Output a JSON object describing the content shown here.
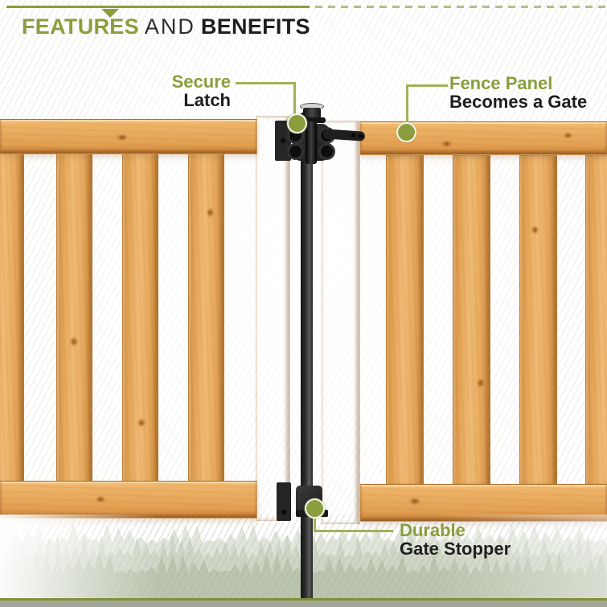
{
  "header": {
    "title_accent": "FEATURES",
    "title_mid": "AND",
    "title_bold": "BENEFITS"
  },
  "callouts": {
    "secure_latch": {
      "highlight": "Secure",
      "label": "Latch"
    },
    "fence_panel": {
      "highlight": "Fence Panel",
      "label": "Becomes a Gate"
    },
    "gate_stopper": {
      "highlight": "Durable",
      "label": "Gate Stopper"
    }
  },
  "colors": {
    "accent_green": "#8a9e3d",
    "accent_light": "#b4bd8c",
    "accent_line": "#a4b059",
    "accent_dark": "#7f9136",
    "text_dark": "#1e1e1e",
    "wood_mid": "#e7a75c",
    "hardware_black": "#232323",
    "grass_back": "#dee4d8",
    "grass_mid": "#ccd4c4",
    "grass_front": "#b9c3ad"
  }
}
